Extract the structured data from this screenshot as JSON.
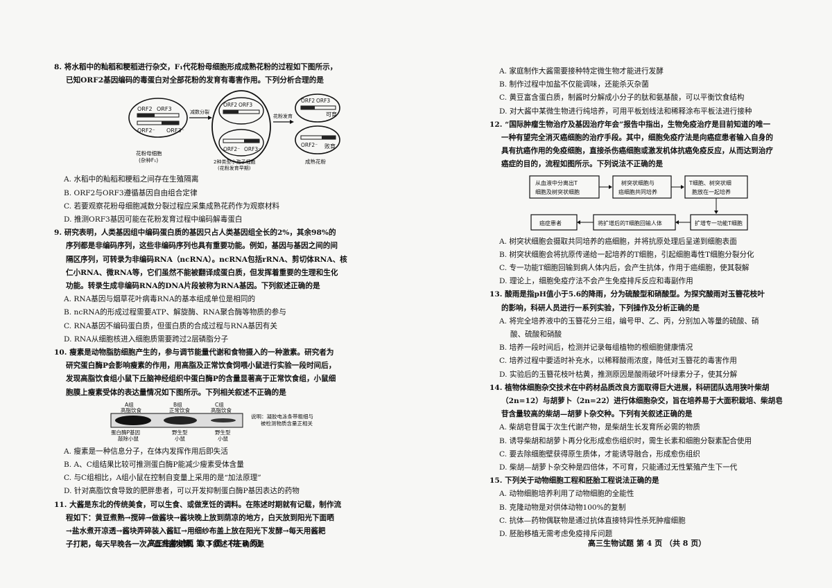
{
  "left": {
    "q8": {
      "stem": [
        "8. 将水稻中的籼稻和粳稻进行杂交，F₁代花粉母细胞形成成熟花粉的过程如下图所示，",
        "已知ORF2基因编码的毒蛋白对全部花粉的发育有毒害作用。下列分析合理的是"
      ],
      "figure": {
        "orf2": "ORF2",
        "orf3": "ORF3",
        "orf2neg": "ORF2⁻",
        "orf3neg": "ORF3⁻",
        "arrow1": "减数分裂",
        "arrow2": "花粉发育",
        "label_mother": "花粉母细胞",
        "label_mother2": "(杂种F₁)",
        "label_micro": "2种类型小孢子细胞",
        "label_micro2": "(花粉发育早期)",
        "label_mature": "成熟花粉",
        "fertile": "可育",
        "sterile": "败育"
      },
      "options": [
        "A. 水稻中的籼稻和粳稻之间存在生殖隔离",
        "B. ORF2与ORF3遵循基因自由组合定律",
        "C. 若要观察花粉母细胞减数分裂过程应采集成熟花药作为观察材料",
        "D. 推测ORF3基因可能在花粉发育过程中编码解毒蛋白"
      ]
    },
    "q9": {
      "stem": [
        "9. 研究表明，人类基因组中编码蛋白质的基因只占人类基因组全长的2%，其余98%的",
        "序列都是非编码序列，这些非编码序列也具有重要功能。例如，基因与基因之间的间",
        "隔区序列，可转录为非编码RNA（ncRNA）。ncRNA包括rRNA、剪切体RNA、核",
        "仁小RNA、微RNA等，它们虽然不能被翻译成蛋白质，但发挥着重要的生理和生化",
        "功能。转录生成非编码RNA的DNA片段被称为RNA基因。下列叙述正确的是"
      ],
      "options": [
        "A. RNA基因与烟草花叶病毒RNA的基本组成单位是相同的",
        "B. ncRNA的形成过程需要ATP、解旋酶、RNA聚合酶等物质的参与",
        "C. RNA基因不编码蛋白质，但蛋白质的合成过程与RNA基因有关",
        "D. RNA从细胞核进入细胞质需要跨过2层磷脂分子"
      ]
    },
    "q10": {
      "stem": [
        "10. 瘦素是动物脂肪细胞产生的，参与调节能量代谢和食物摄入的一种激素。研究者为",
        "研究蛋白酶P会影响瘦素的作用，用高脂及正常饮食饲喂小鼠进行实验一段时间后，",
        "发现高脂饮食组小鼠下丘脑神经组织中蛋白酶P的含量显著高于正常饮食组，小鼠细",
        "胞膜上瘦素受体的表达量情况如下图所示。下列相关叙述不正确的是"
      ],
      "figure": {
        "a1": "A组",
        "a2": "高脂饮食",
        "b1": "B组",
        "b2": "正常饮食",
        "c1": "C组",
        "c2": "高脂饮食",
        "a3": "蛋白酶P基因",
        "a4": "敲除小鼠",
        "b3": "野生型",
        "b4": "小鼠",
        "c3": "野生型",
        "c4": "小鼠",
        "note1": "说明：凝胶电泳条带粗细与",
        "note2": "被检测物质含量正相关"
      },
      "options": [
        "A. 瘦素是一种信息分子，在体内发挥作用后即失活",
        "B. A、C组结果比较可推测蛋白酶P能减少瘦素受体含量",
        "C. 与C组相比，A组小鼠在控制自变量上采用的是“加法原理”",
        "D. 针对高脂饮食导致的肥胖患者，可以开发抑制蛋白酶P基因表达的药物"
      ]
    },
    "q11": {
      "stem": [
        "11. 大酱是东北的传统美食，可以生食、或做烹饪的调料。在陈述时期就有记载，制作流",
        "程如下：黄豆煮熟→搅碎→做酱块→酱块晚上放到荫凉的地方，白天放到阳光下面晒",
        "→盐水煮开凉透→酱块弄碎装入酱缸→用细纱布盖上放在阳光下发酵→每天用酱耙",
        "子打耙，每天早晚各一次。直到酱发酵。以下叙述不正确的是"
      ]
    },
    "footer": "高三生物试题   第 3 页   （共 8 页）"
  },
  "right": {
    "q11_options": [
      "A. 家庭制作大酱需要接种特定微生物才能进行发酵",
      "B. 制作过程中加盐不仅能调味，还能杀灭杂菌",
      "C. 黄豆富含蛋白质，制酱时分解成小分子的肽和氨基酸，可以平衡饮食结构",
      "D. 对大酱中某微生物进行纯培养，可用平板划线法和稀释涂布平板法进行接种"
    ],
    "q12": {
      "stem": [
        "12. “国际肿瘤生物治疗及基因治疗年会”报告中指出，生物免疫治疗是目前知道的唯一",
        "一种有望完全消灭癌细胞的治疗手段。其中，细胞免疫疗法是向癌症患者输入自身的",
        "具有抗癌作用的免疫细胞，直接杀伤癌细胞或激发机体抗癌免疫反应，从而达到治疗",
        "癌症的目的，流程如图所示。下列说法不正确的是"
      ],
      "flow": {
        "box1a": "从血液中分离出T",
        "box1b": "细胞及树突状细胞",
        "box2a": "树突状细胞与",
        "box2b": "癌细胞共同培养",
        "box3a": "T细胞、树突状细",
        "box3b": "胞放在一起培养",
        "box4": "扩增专一功能T细胞",
        "box5": "将扩增后的T细胞回输人体",
        "box6": "癌症患者"
      },
      "options": [
        "A. 树突状细胞会摄取共同培养的癌细胞，并将抗原处理后呈递到细胞表面",
        "B. 树突状细胞会将抗原传递给一起培养的T细胞，引起细胞毒性T细胞分裂分化",
        "C. 专一功能T细胞回输到病人体内后，会产生抗体，作用于癌细胞，使其裂解",
        "D. 理论上，细胞免疫疗法不会产生免疫排斥反应和毒副作用"
      ]
    },
    "q13": {
      "stem": [
        "13. 酸雨是指pH值小于5.6的降雨，分为硫酸型和硝酸型。为探究酸雨对玉簪花枝叶",
        "的影响，科研人员进行一系列实验，下列操作及分析正确的是"
      ],
      "options": [
        "A. 将完全培养液中的玉簪花分三组，编号甲、乙、丙，分别加入等量的硫酸、硝",
        "酸、硫酸和硝酸",
        "B. 培养一段时间后，检测并记录每组植物的根细胞健康情况",
        "C. 培养过程中要适时补充水，以稀释酸雨浓度，降低对玉簪花的毒害作用",
        "D. 实验后的玉簪花枝叶枯黄，推测原因是酸雨破坏叶绿素分子，使其分解"
      ]
    },
    "q14": {
      "stem": [
        "14. 植物体细胞杂交技术在中药材品质改良方面取得巨大进展，科研团队选用狭叶柴胡",
        "（2n=12）与胡萝卜（2n=22）进行体细胞杂交，旨在培养易于大面积栽培、柴胡皂",
        "苷含量较高的柴胡—胡萝卜杂交种。下列有关叙述正确的是"
      ],
      "options": [
        "A. 柴胡皂苷属于次生代谢产物，是柴胡生长发育所必需的物质",
        "B. 诱导柴胡和胡萝卜再分化形成愈伤组织时，需生长素和细胞分裂素配合使用",
        "C. 要去除细胞壁获得原生质体，才能诱导融合，形成愈伤组织",
        "D. 柴胡—胡萝卜杂交种是四倍体，不可育，只能通过无性繁殖产生下一代"
      ]
    },
    "q15": {
      "stem": [
        "15. 下列关于动物细胞工程和胚胎工程说法正确的是"
      ],
      "options": [
        "A. 动物细胞培养利用了动物细胞的全能性",
        "B. 克隆动物是对供体动物100%的复制",
        "C. 抗体—药物偶联物是通过抗体直接特异性杀死肿瘤细胞",
        "D. 胚胎移植无需考虑免疫排斥问题"
      ]
    },
    "footer": "高三生物试题   第 4 页   （共 8 页）"
  }
}
